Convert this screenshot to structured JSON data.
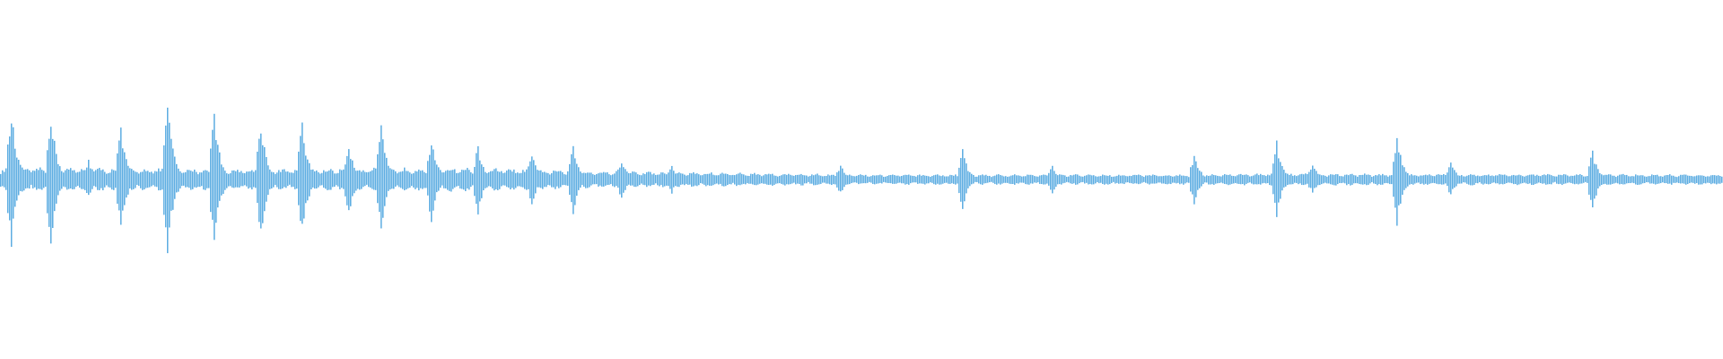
{
  "chart_data": {
    "type": "area",
    "title": "",
    "xlabel": "",
    "ylabel": "",
    "ylim": [
      -1,
      1
    ],
    "grid": false,
    "color": "#5dade2",
    "background": "#ffffff",
    "sample_count": 960,
    "transients": {
      "x": [
        6,
        28,
        49,
        67,
        93,
        119,
        145,
        168,
        194,
        212,
        240,
        266,
        296,
        319,
        346,
        374,
        468,
        536,
        586,
        665,
        711,
        731,
        778,
        808,
        887
      ],
      "values": [
        0.4,
        0.41,
        0.12,
        0.3,
        0.46,
        0.4,
        0.36,
        0.33,
        0.22,
        0.31,
        0.24,
        0.2,
        0.15,
        0.2,
        0.12,
        0.08,
        0.09,
        0.17,
        0.08,
        0.15,
        0.22,
        0.09,
        0.26,
        0.1,
        0.17
      ]
    },
    "noise_floor": {
      "x": [
        0,
        150,
        250,
        330,
        480,
        660,
        700,
        960
      ],
      "values": [
        0.07,
        0.06,
        0.07,
        0.05,
        0.03,
        0.03,
        0.035,
        0.03
      ]
    }
  }
}
